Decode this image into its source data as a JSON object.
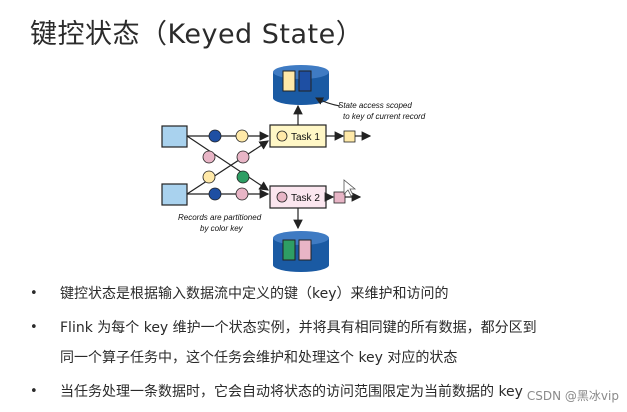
{
  "slide": {
    "title": "键控状态（Keyed State）"
  },
  "diagram": {
    "task1_label": "Task 1",
    "task2_label": "Task 2",
    "annotation_state": [
      "State access scoped",
      "to key of current record"
    ],
    "annotation_partition": [
      "Records are partitioned",
      "by color key"
    ],
    "colors": {
      "blue": "#1e4fa3",
      "pink": "#e8b5c6",
      "yellow": "#ffe9a8",
      "green": "#2e9e64",
      "source": "#a9d2ee",
      "state_store": "#1a5aa3"
    }
  },
  "bullets": [
    "键控状态是根据输入数据流中定义的键（key）来维护和访问的",
    "Flink 为每个 key 维护一个状态实例，并将具有相同键的所有数据，都分区到",
    "同一个算子任务中，这个任务会维护和处理这个 key 对应的状态",
    "当任务处理一条数据时，它会自动将状态的访问范围限定为当前数据的 key"
  ],
  "watermark": "CSDN @黑冰vip"
}
